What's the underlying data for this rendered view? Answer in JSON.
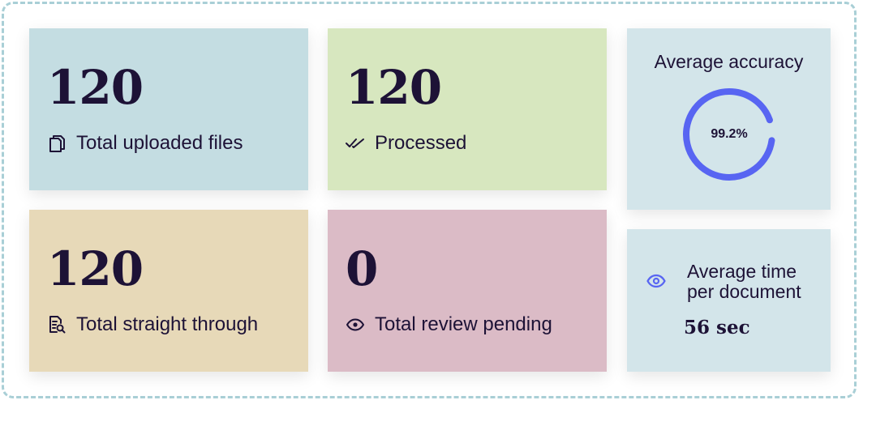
{
  "stats": {
    "uploaded": {
      "value": "120",
      "label": "Total uploaded files",
      "icon": "files-icon"
    },
    "processed": {
      "value": "120",
      "label": "Processed",
      "icon": "double-check-icon"
    },
    "straight_through": {
      "value": "120",
      "label": "Total straight through",
      "icon": "document-search-icon"
    },
    "review_pending": {
      "value": "0",
      "label": "Total review pending",
      "icon": "eye-icon"
    }
  },
  "accuracy": {
    "title": "Average accuracy",
    "value_label": "99.2%",
    "value": 99.2,
    "ring_color": "#5865f2"
  },
  "avg_time": {
    "title": "Average time per document",
    "value": "56 sec",
    "icon": "eye-icon",
    "icon_color": "#5865f2"
  },
  "colors": {
    "uploaded_bg": "#c4dde2",
    "processed_bg": "#d7e7bf",
    "straight_bg": "#e7d9b8",
    "review_bg": "#dbbbc6",
    "side_card_bg": "#d3e5ea",
    "text_dark": "#1d1236",
    "frame_border": "#a9cfd6"
  }
}
